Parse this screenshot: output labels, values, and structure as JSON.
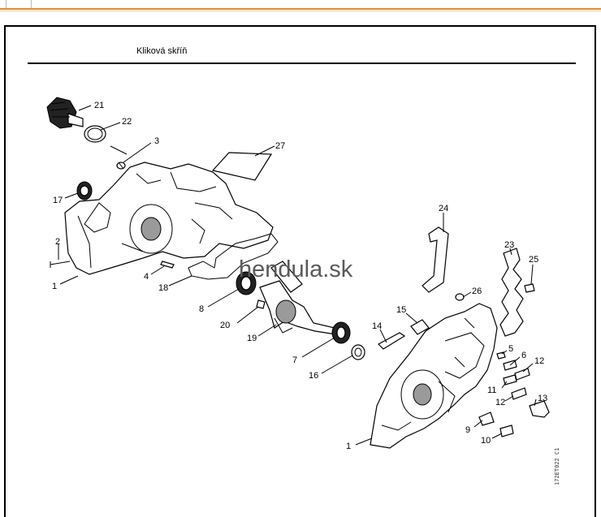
{
  "header": {
    "title": "Kliková skříň"
  },
  "watermark": "hendula.sk",
  "drawing_code": "172ET022 C1",
  "callouts": [
    "21",
    "22",
    "3",
    "27",
    "17",
    "2",
    "1",
    "4",
    "18",
    "8",
    "20",
    "19",
    "24",
    "23",
    "25",
    "26",
    "15",
    "14",
    "7",
    "16",
    "5",
    "6",
    "12",
    "11",
    "12",
    "13",
    "9",
    "10",
    "1"
  ],
  "colors": {
    "accent_line": "#e08a3c",
    "line": "#000000"
  }
}
